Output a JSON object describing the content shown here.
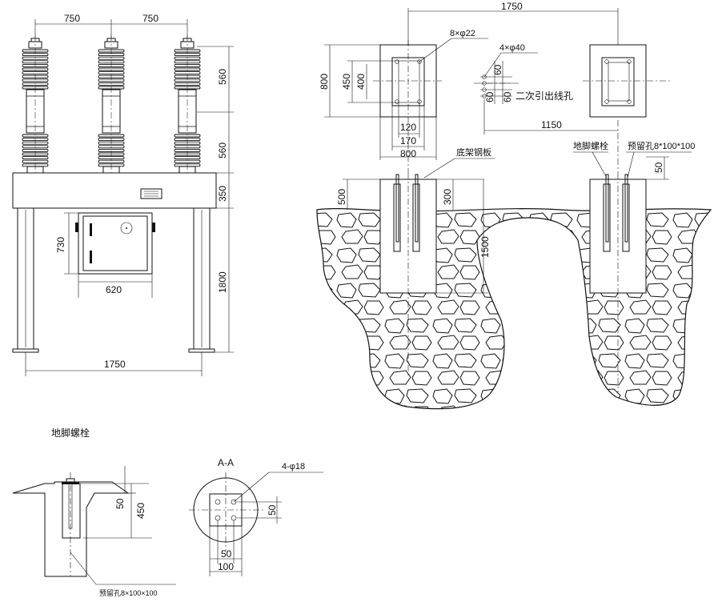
{
  "front_view": {
    "dim_phase_spacing_left": "750",
    "dim_phase_spacing_right": "750",
    "dim_upper_insulator": "560",
    "dim_lower_insulator": "560",
    "dim_frame_height": "350",
    "dim_leg_height": "1800",
    "dim_cabinet_height": "730",
    "dim_cabinet_width": "620",
    "dim_overall_width": "1750"
  },
  "foundation_plan": {
    "dim_center_distance": "1750",
    "label_anchor_holes": "8×φ22",
    "label_cable_holes": "4×φ40",
    "dim_pad_size": "800",
    "dim_inner_450": "450",
    "dim_inner_400": "400",
    "dim_120": "120",
    "dim_170": "170",
    "dim_800_bottom": "800",
    "dim_hole_60a": "60",
    "dim_hole_60b": "60",
    "dim_hole_60c": "60",
    "label_secondary_hole": "二次引出线孔",
    "dim_1150": "1150"
  },
  "foundation_section": {
    "label_base_plate": "底架钢板",
    "label_anchor_bolt": "地脚螺栓",
    "label_reserved_hole": "预留孔8*100*100",
    "dim_500": "500",
    "dim_300": "300",
    "dim_1500": "1500",
    "dim_50": "50"
  },
  "bolt_detail": {
    "title": "地脚螺栓",
    "dim_50": "50",
    "dim_450": "450",
    "label_reserved_hole": "预留孔8×100×100"
  },
  "section_aa": {
    "title": "A-A",
    "label_holes": "4-φ18",
    "dim_50_right": "50",
    "dim_50_bottom": "50",
    "dim_100": "100"
  }
}
